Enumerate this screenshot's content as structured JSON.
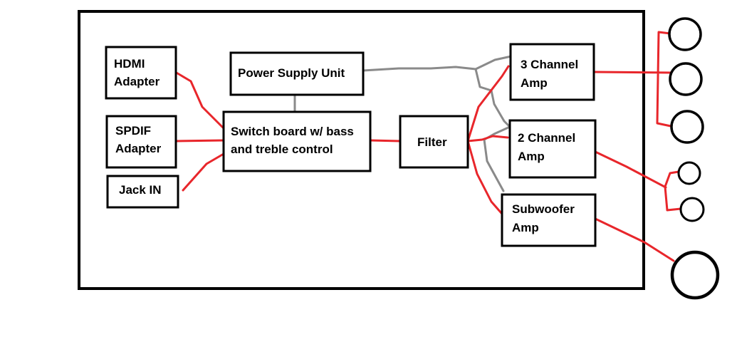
{
  "diagram": {
    "blocks": {
      "hdmi": {
        "line1": "HDMI",
        "line2": "Adapter"
      },
      "spdif": {
        "line1": "SPDIF",
        "line2": "Adapter"
      },
      "jack": {
        "line1": "Jack IN"
      },
      "psu": {
        "line1": "Power Supply Unit"
      },
      "switchboard": {
        "line1": "Switch board w/ bass",
        "line2": "and treble control"
      },
      "filter": {
        "line1": "Filter"
      },
      "amp3": {
        "line1": "3 Channel",
        "line2": "Amp"
      },
      "amp2": {
        "line1": "2 Channel",
        "line2": "Amp"
      },
      "sub": {
        "line1": "Subwoofer",
        "line2": "Amp"
      }
    }
  }
}
